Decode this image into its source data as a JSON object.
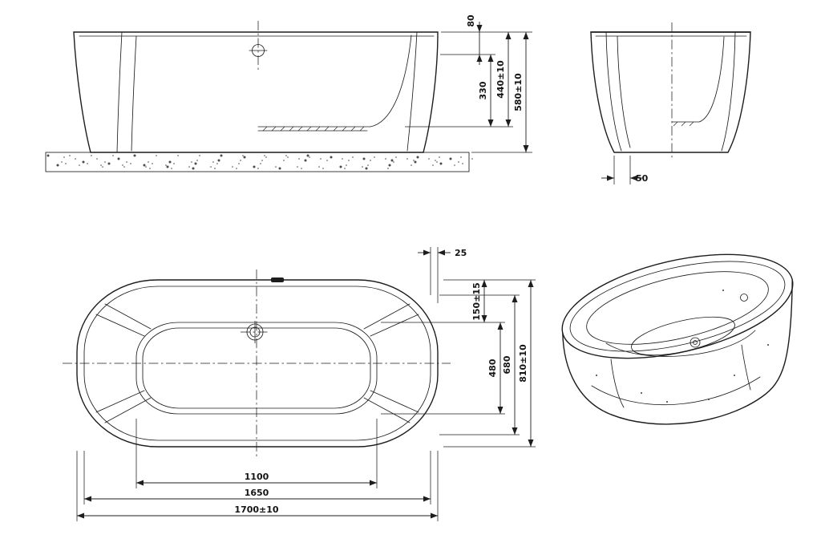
{
  "colors": {
    "line": "#1d1d1d",
    "background": "#ffffff"
  },
  "front_view": {
    "dim_rim_to_overflow": "80",
    "dim_overflow_to_floor": "330",
    "dim_depth": "440±10",
    "dim_overall_height": "580±10"
  },
  "side_view": {
    "dim_base_inset": "50"
  },
  "plan_view": {
    "dim_rim_lip": "25",
    "dim_edge_to_basin": "150±15",
    "dim_basin_width": "480",
    "dim_mid_width": "680",
    "dim_overall_width": "810±10",
    "dim_basin_length": "1100",
    "dim_inner_length": "1650",
    "dim_overall_length": "1700±10"
  }
}
